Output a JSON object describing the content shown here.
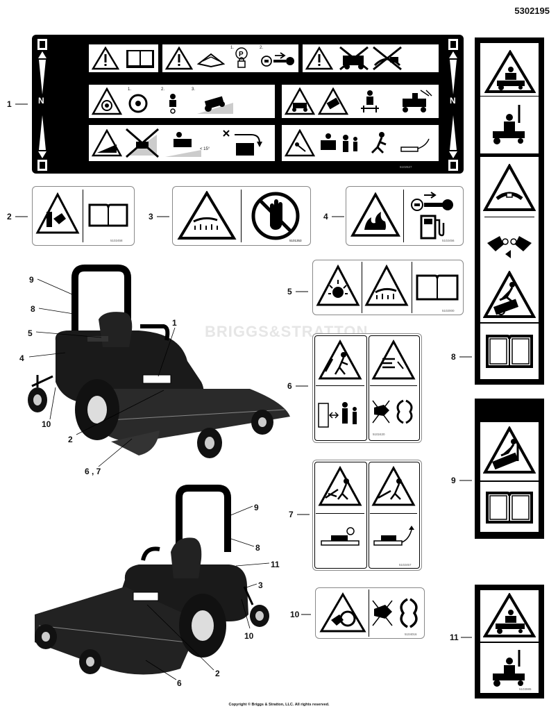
{
  "part_number": "5302195",
  "copyright": "Copyright © Briggs & Stratton, LLC. All rights reserved.",
  "watermark": "BRIGGS&STRATTON",
  "callouts": {
    "c1": "1",
    "c2": "2",
    "c3": "3",
    "c4": "4",
    "c5": "5",
    "c6": "6",
    "c7": "7",
    "c8": "8",
    "c9": "9",
    "c10": "10",
    "c11": "11",
    "left_9": "9",
    "left_8": "8",
    "left_5": "5",
    "left_4": "4",
    "left_1": "1",
    "left_10": "10",
    "left_2": "2",
    "left_67": "6 , 7",
    "low_9": "9",
    "low_8": "8",
    "low_11": "11",
    "low_3": "3",
    "low_10": "10",
    "low_2": "2",
    "low_6": "6"
  },
  "decal_codes": {
    "d1": "5102627",
    "d2": "5102458",
    "d3": "5101353",
    "d4": "5102456",
    "d5": "5102000",
    "d6": "5102420",
    "d7": "5102457",
    "d10": "5104016",
    "d11": "5103985"
  },
  "decal1_text": {
    "n_left": "N",
    "n_right": "N",
    "step1": "1.",
    "step2": "2.",
    "step3": "3.",
    "slope": "< 15°"
  },
  "colors": {
    "black": "#000000",
    "line": "#333333",
    "gray": "#888888"
  }
}
